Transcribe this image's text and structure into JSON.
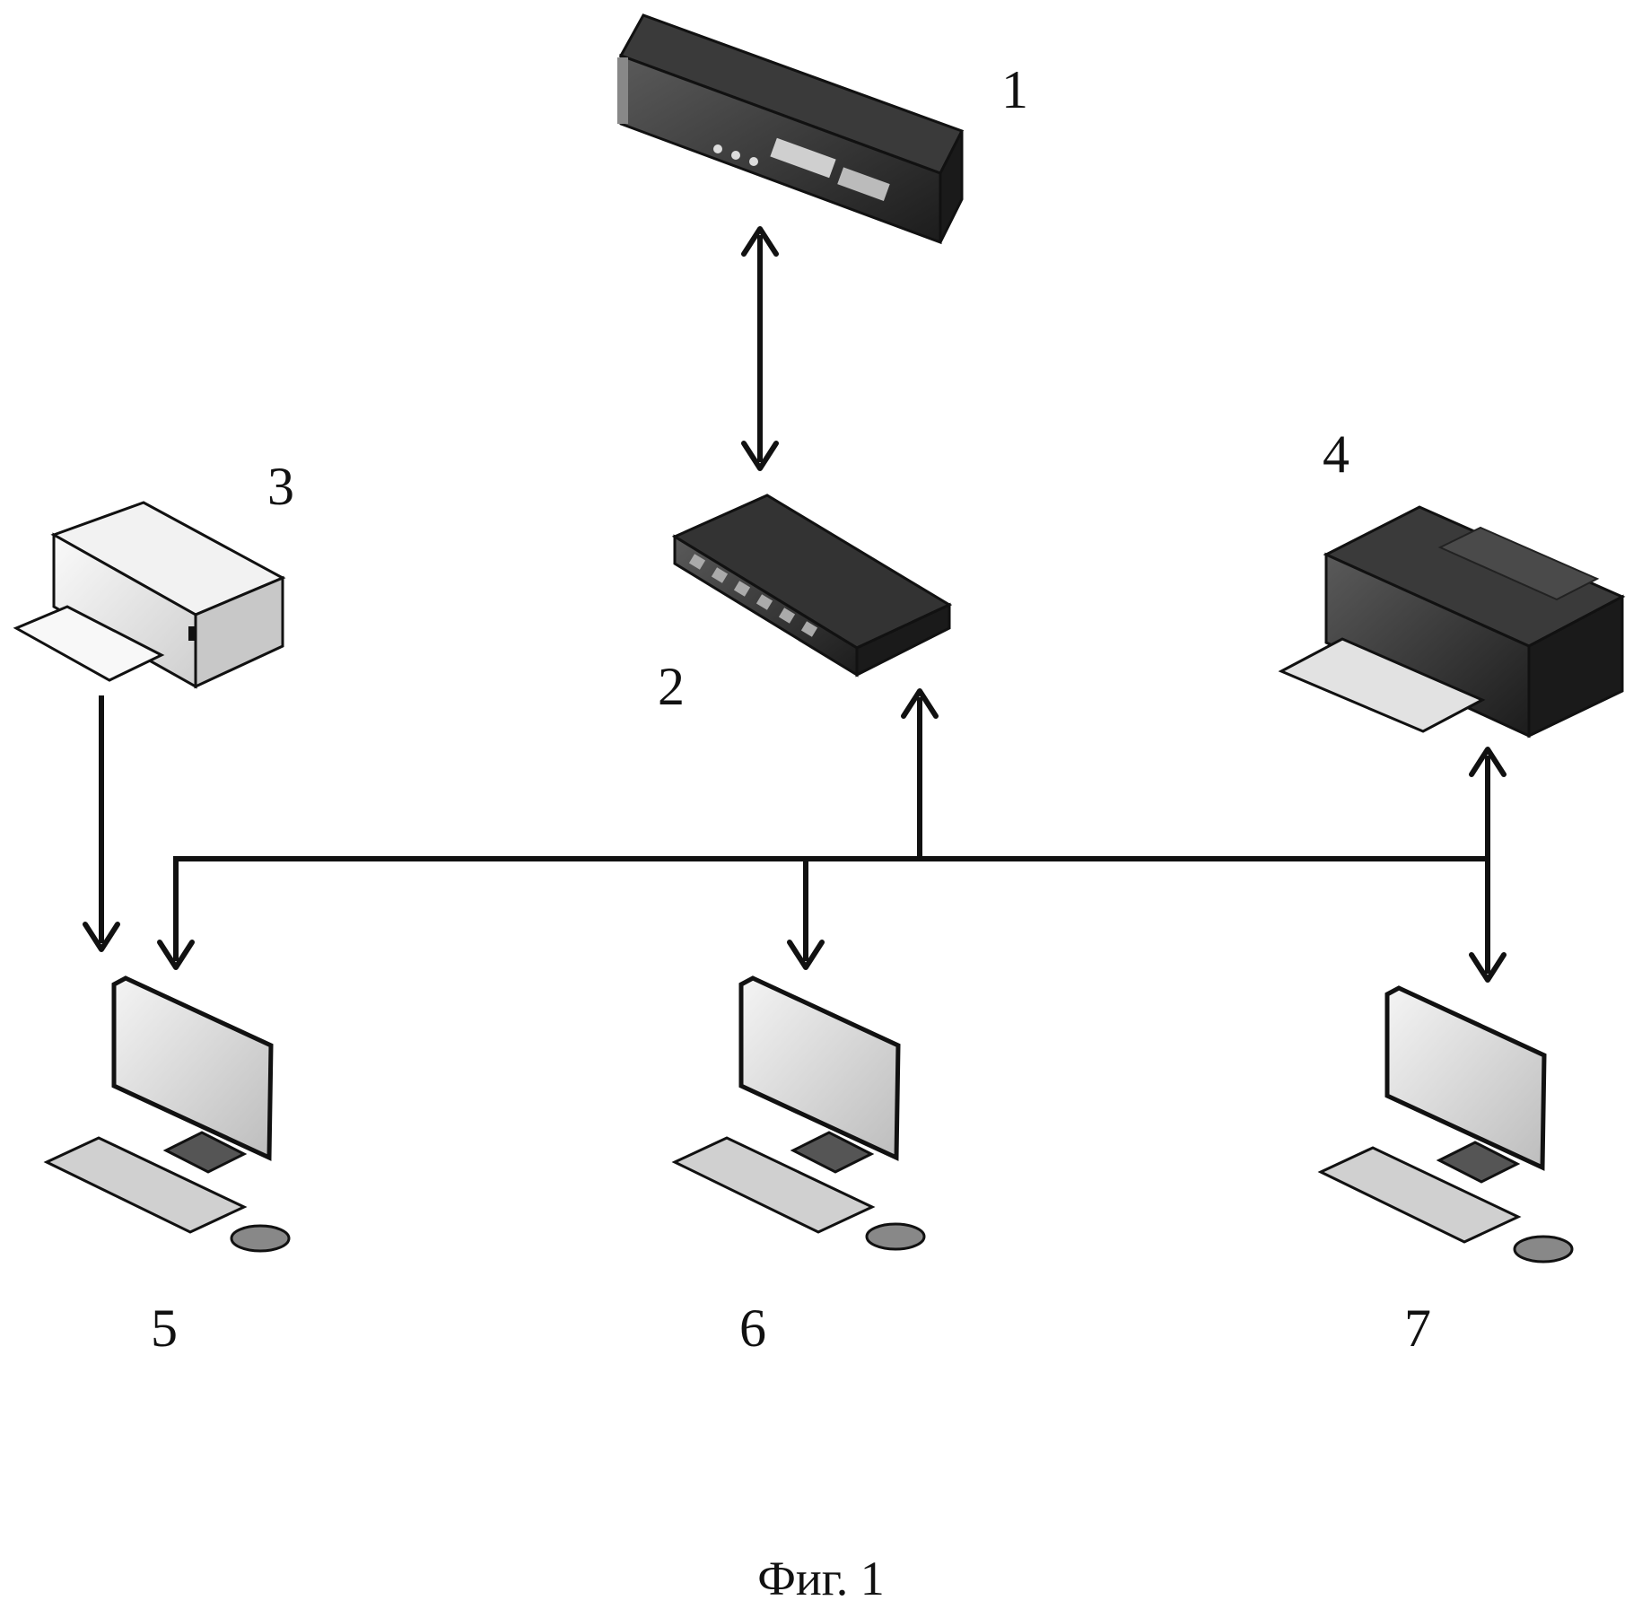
{
  "caption": "Фиг. 1",
  "nodes": [
    {
      "id": "1",
      "label": "1",
      "icon": "server-rack-icon"
    },
    {
      "id": "2",
      "label": "2",
      "icon": "network-switch-icon"
    },
    {
      "id": "3",
      "label": "3",
      "icon": "printer-light-icon"
    },
    {
      "id": "4",
      "label": "4",
      "icon": "printer-dark-icon"
    },
    {
      "id": "5",
      "label": "5",
      "icon": "desktop-computer-icon"
    },
    {
      "id": "6",
      "label": "6",
      "icon": "desktop-computer-icon"
    },
    {
      "id": "7",
      "label": "7",
      "icon": "desktop-computer-icon"
    }
  ],
  "edges": [
    {
      "from": "1",
      "to": "2",
      "direction": "both"
    },
    {
      "from": "3",
      "to": "5",
      "direction": "forward"
    },
    {
      "from": "bus",
      "to": "2",
      "direction": "forward"
    },
    {
      "from": "bus",
      "to": "5",
      "direction": "forward"
    },
    {
      "from": "bus",
      "to": "6",
      "direction": "forward"
    },
    {
      "from": "bus",
      "to": "7",
      "direction": "both"
    },
    {
      "from": "bus",
      "to": "4",
      "direction": "both"
    }
  ],
  "colors": {
    "line": "#111111",
    "dark_device": "#2a2a2a",
    "light_device": "#e6e6e6"
  }
}
